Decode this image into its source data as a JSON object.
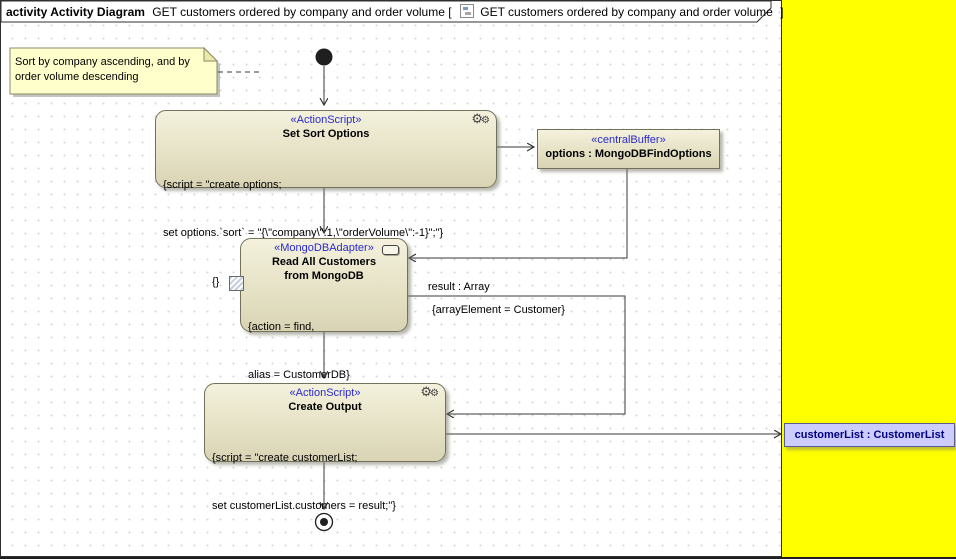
{
  "header": {
    "bold_part": "activity Activity Diagram",
    "plain_part": "GET customers ordered by company and order volume [",
    "bracket_name": "GET customers ordered by company and order volume",
    "closing": "]"
  },
  "note": {
    "text": "Sort by company ascending, and by order volume descending"
  },
  "nodes": {
    "set_sort_options": {
      "stereotype": "«ActionScript»",
      "name": "Set Sort Options",
      "body": [
        "{script = \"create options;",
        "set options.`sort` = \"{\\\"company\\\":1,\\\"orderVolume\\\":-1}\";\"}"
      ]
    },
    "options_buffer": {
      "stereotype": "«centralBuffer»",
      "name": "options : MongoDBFindOptions"
    },
    "read_customers": {
      "stereotype": "«MongoDBAdapter»",
      "name": "Read All Customers from MongoDB",
      "body": [
        "{action = find,",
        "alias = CustomerDB}"
      ]
    },
    "create_output": {
      "stereotype": "«ActionScript»",
      "name": "Create Output",
      "body": [
        "{script = \"create customerList;",
        "set customerList.customers = result;\"}"
      ]
    },
    "customer_list": {
      "name": "customerList : CustomerList"
    }
  },
  "edges": {
    "result_label": "result : Array",
    "result_constraint": "{arrayElement = Customer}",
    "pin_label": "{}"
  },
  "colors": {
    "canvas_yellow": "#FFFF00",
    "node_fill": "#E6E2C6",
    "node_border": "#72725C",
    "stereotype_blue": "#2A2ACC",
    "note_fill": "#FFFFCC",
    "object_fill": "#CCCCFF",
    "object_text": "#000080"
  }
}
